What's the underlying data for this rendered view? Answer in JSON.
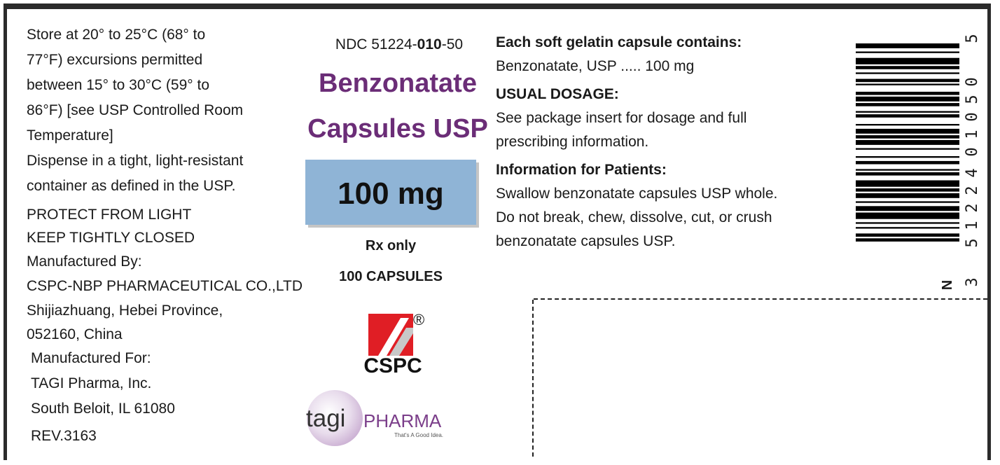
{
  "storage": {
    "lines": [
      "Store at 20° to  25°C  (68°  to",
      "77°F) excursions  permitted",
      "between  15° to 30°C  (59° to",
      "86°F) [see USP Controlled Room",
      "Temperature]",
      "Dispense in a tight, light-resistant",
      "container as defined in the USP."
    ]
  },
  "warnings": [
    "PROTECT FROM LIGHT",
    "KEEP TIGHTLY CLOSED"
  ],
  "manufacturer": {
    "label": "Manufactured By:",
    "name": "CSPC-NBP PHARMACEUTICAL CO.,LTD",
    "address1": "Shijiazhuang, Hebei Province,",
    "address2": "052160, China"
  },
  "distributor": {
    "label": "Manufactured For:",
    "name": "TAGI Pharma, Inc.",
    "address": "South Beloit, IL 61080"
  },
  "revision": "REV.3163",
  "product": {
    "ndc_prefix": "NDC 51224-",
    "ndc_bold": "010",
    "ndc_suffix": "-50",
    "name_line1": "Benzonatate",
    "name_line2": "Capsules USP",
    "strength": "100 mg",
    "rx": "Rx only",
    "count": "100 CAPSULES"
  },
  "brand": {
    "cspc_text": "CSPC",
    "registered": "®",
    "tagi_word": "tagi",
    "tagi_pharma": "PHARMA",
    "tagi_tagline": "That's A Good Idea."
  },
  "composition": {
    "heading": "Each soft gelatin capsule contains:",
    "line": "Benzonatate, USP ..... 100 mg"
  },
  "dosage": {
    "heading": "USUAL DOSAGE:",
    "lines": [
      "See package insert for dosage and full",
      "prescribing information."
    ]
  },
  "patient_info": {
    "heading": "Information for Patients:",
    "lines": [
      "Swallow benzonatate capsules USP whole.",
      "Do not break, chew, dissolve, cut, or crush",
      "benzonatate capsules USP."
    ]
  },
  "barcode": {
    "digits": [
      "3",
      "5",
      "1",
      "2",
      "2",
      "4",
      "0",
      "1",
      "0",
      "5",
      "0",
      "5"
    ],
    "start_mark": "N"
  },
  "colors": {
    "product_name": "#6b2d77",
    "strength_box": "#8fb4d6",
    "cspc_red": "#e01e25",
    "tagi_purple": "#7b3e8a"
  }
}
